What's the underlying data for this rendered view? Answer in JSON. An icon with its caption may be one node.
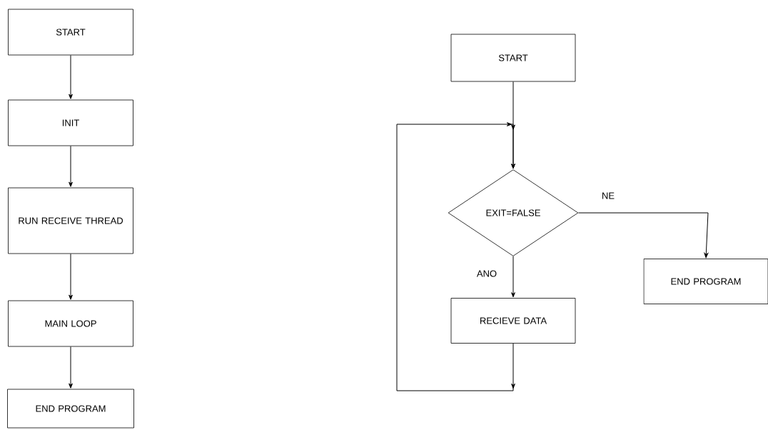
{
  "diagram": {
    "nodes": [
      {
        "text": [
          "START"
        ]
      },
      {
        "text": [
          "INIT"
        ]
      },
      {
        "text": [
          "RUN RECEIVE THREAD"
        ]
      },
      {
        "text": [
          "MAIN LOOP"
        ]
      },
      {
        "text": [
          "END PROGRAM"
        ]
      },
      {
        "text": [
          "START"
        ]
      },
      {
        "text": [
          "EXIT=FALSE"
        ]
      },
      {
        "text": [
          "RECIEVE DATA"
        ]
      },
      {
        "text": [
          "END PROGRAM"
        ]
      }
    ],
    "edges": [
      {
        "from": 0,
        "to": 1,
        "arrow": "to"
      },
      {
        "from": 1,
        "to": 2,
        "arrow": "to"
      },
      {
        "from": 2,
        "to": 3,
        "arrow": "to"
      },
      {
        "from": 3,
        "to": 4,
        "arrow": "to"
      },
      {
        "from": 5,
        "to": 6,
        "arrow": "to"
      },
      {
        "from": 7,
        "to": 6,
        "arrow": "to"
      },
      {
        "from": 6,
        "to": 8,
        "arrow": "to",
        "label": "NE"
      },
      {
        "from": 6,
        "to": 7,
        "arrow": "to",
        "label": "ANO"
      }
    ]
  }
}
